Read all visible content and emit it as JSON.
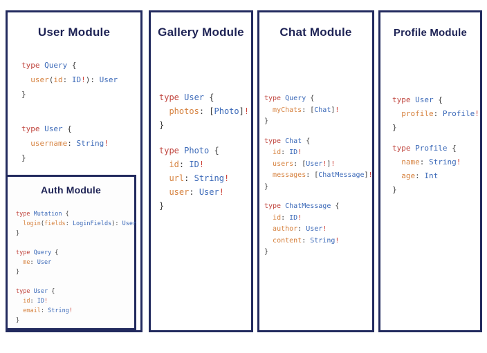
{
  "panels": {
    "user": {
      "title": "User Module",
      "blocks": [
        [
          [
            [
              "kw",
              "type "
            ],
            [
              "ty",
              "Query"
            ],
            [
              "pn",
              " {"
            ]
          ],
          [
            [
              "pn",
              "  "
            ],
            [
              "fd",
              "user"
            ],
            [
              "pn",
              "("
            ],
            [
              "fd",
              "id"
            ],
            [
              "pn",
              ": "
            ],
            [
              "ty",
              "ID"
            ],
            [
              "ex",
              "!"
            ],
            [
              "pn",
              "): "
            ],
            [
              "ty",
              "User"
            ]
          ],
          [
            [
              "pn",
              "}"
            ]
          ]
        ],
        [
          [
            [
              "kw",
              "type "
            ],
            [
              "ty",
              "User"
            ],
            [
              "pn",
              " {"
            ]
          ],
          [
            [
              "pn",
              "  "
            ],
            [
              "fd",
              "username"
            ],
            [
              "pn",
              ": "
            ],
            [
              "ty",
              "String"
            ],
            [
              "ex",
              "!"
            ]
          ],
          [
            [
              "pn",
              "}"
            ]
          ]
        ]
      ]
    },
    "auth": {
      "title": "Auth Module",
      "blocks": [
        [
          [
            [
              "kw",
              "type "
            ],
            [
              "ty",
              "Mutation"
            ],
            [
              "pn",
              " {"
            ]
          ],
          [
            [
              "pn",
              "  "
            ],
            [
              "fd",
              "login"
            ],
            [
              "pn",
              "("
            ],
            [
              "fd",
              "fields"
            ],
            [
              "pn",
              ": "
            ],
            [
              "ty",
              "LoginFields"
            ],
            [
              "pn",
              "): "
            ],
            [
              "ty",
              "User"
            ]
          ],
          [
            [
              "pn",
              "}"
            ]
          ]
        ],
        [
          [
            [
              "kw",
              "type "
            ],
            [
              "ty",
              "Query"
            ],
            [
              "pn",
              " {"
            ]
          ],
          [
            [
              "pn",
              "  "
            ],
            [
              "fd",
              "me"
            ],
            [
              "pn",
              ": "
            ],
            [
              "ty",
              "User"
            ]
          ],
          [
            [
              "pn",
              "}"
            ]
          ]
        ],
        [
          [
            [
              "kw",
              "type "
            ],
            [
              "ty",
              "User"
            ],
            [
              "pn",
              " {"
            ]
          ],
          [
            [
              "pn",
              "  "
            ],
            [
              "fd",
              "id"
            ],
            [
              "pn",
              ": "
            ],
            [
              "ty",
              "ID"
            ],
            [
              "ex",
              "!"
            ]
          ],
          [
            [
              "pn",
              "  "
            ],
            [
              "fd",
              "email"
            ],
            [
              "pn",
              ": "
            ],
            [
              "ty",
              "String"
            ],
            [
              "ex",
              "!"
            ]
          ],
          [
            [
              "pn",
              "}"
            ]
          ]
        ]
      ]
    },
    "gallery": {
      "title": "Gallery Module",
      "blocks": [
        [
          [
            [
              "kw",
              "type "
            ],
            [
              "ty",
              "User"
            ],
            [
              "pn",
              " {"
            ]
          ],
          [
            [
              "pn",
              "  "
            ],
            [
              "fd",
              "photos"
            ],
            [
              "pn",
              ": ["
            ],
            [
              "ty",
              "Photo"
            ],
            [
              "pn",
              "]"
            ],
            [
              "ex",
              "!"
            ]
          ],
          [
            [
              "pn",
              "}"
            ]
          ]
        ],
        [
          [
            [
              "kw",
              "type "
            ],
            [
              "ty",
              "Photo"
            ],
            [
              "pn",
              " {"
            ]
          ],
          [
            [
              "pn",
              "  "
            ],
            [
              "fd",
              "id"
            ],
            [
              "pn",
              ": "
            ],
            [
              "ty",
              "ID"
            ],
            [
              "ex",
              "!"
            ]
          ],
          [
            [
              "pn",
              "  "
            ],
            [
              "fd",
              "url"
            ],
            [
              "pn",
              ": "
            ],
            [
              "ty",
              "String"
            ],
            [
              "ex",
              "!"
            ]
          ],
          [
            [
              "pn",
              "  "
            ],
            [
              "fd",
              "user"
            ],
            [
              "pn",
              ": "
            ],
            [
              "ty",
              "User"
            ],
            [
              "ex",
              "!"
            ]
          ],
          [
            [
              "pn",
              "}"
            ]
          ]
        ]
      ]
    },
    "chat": {
      "title": "Chat Module",
      "blocks": [
        [
          [
            [
              "kw",
              "type "
            ],
            [
              "ty",
              "Query"
            ],
            [
              "pn",
              " {"
            ]
          ],
          [
            [
              "pn",
              "  "
            ],
            [
              "fd",
              "myChats"
            ],
            [
              "pn",
              ": ["
            ],
            [
              "ty",
              "Chat"
            ],
            [
              "pn",
              "]"
            ],
            [
              "ex",
              "!"
            ]
          ],
          [
            [
              "pn",
              "}"
            ]
          ]
        ],
        [
          [
            [
              "kw",
              "type "
            ],
            [
              "ty",
              "Chat"
            ],
            [
              "pn",
              " {"
            ]
          ],
          [
            [
              "pn",
              "  "
            ],
            [
              "fd",
              "id"
            ],
            [
              "pn",
              ": "
            ],
            [
              "ty",
              "ID"
            ],
            [
              "ex",
              "!"
            ]
          ],
          [
            [
              "pn",
              "  "
            ],
            [
              "fd",
              "users"
            ],
            [
              "pn",
              ": ["
            ],
            [
              "ty",
              "User"
            ],
            [
              "ex",
              "!"
            ],
            [
              "pn",
              "]"
            ],
            [
              "ex",
              "!"
            ]
          ],
          [
            [
              "pn",
              "  "
            ],
            [
              "fd",
              "messages"
            ],
            [
              "pn",
              ": ["
            ],
            [
              "ty",
              "ChatMessage"
            ],
            [
              "pn",
              "]"
            ],
            [
              "ex",
              "!"
            ]
          ],
          [
            [
              "pn",
              "}"
            ]
          ]
        ],
        [
          [
            [
              "kw",
              "type "
            ],
            [
              "ty",
              "ChatMessage"
            ],
            [
              "pn",
              " {"
            ]
          ],
          [
            [
              "pn",
              "  "
            ],
            [
              "fd",
              "id"
            ],
            [
              "pn",
              ": "
            ],
            [
              "ty",
              "ID"
            ],
            [
              "ex",
              "!"
            ]
          ],
          [
            [
              "pn",
              "  "
            ],
            [
              "fd",
              "author"
            ],
            [
              "pn",
              ": "
            ],
            [
              "ty",
              "User"
            ],
            [
              "ex",
              "!"
            ]
          ],
          [
            [
              "pn",
              "  "
            ],
            [
              "fd",
              "content"
            ],
            [
              "pn",
              ": "
            ],
            [
              "ty",
              "String"
            ],
            [
              "ex",
              "!"
            ]
          ],
          [
            [
              "pn",
              "}"
            ]
          ]
        ]
      ]
    },
    "profile": {
      "title": "Profile Module",
      "blocks": [
        [
          [
            [
              "kw",
              "type "
            ],
            [
              "ty",
              "User"
            ],
            [
              "pn",
              " {"
            ]
          ],
          [
            [
              "pn",
              "  "
            ],
            [
              "fd",
              "profile"
            ],
            [
              "pn",
              ": "
            ],
            [
              "ty",
              "Profile"
            ],
            [
              "ex",
              "!"
            ]
          ],
          [
            [
              "pn",
              "}"
            ]
          ]
        ],
        [
          [
            [
              "kw",
              "type "
            ],
            [
              "ty",
              "Profile"
            ],
            [
              "pn",
              " {"
            ]
          ],
          [
            [
              "pn",
              "  "
            ],
            [
              "fd",
              "name"
            ],
            [
              "pn",
              ": "
            ],
            [
              "ty",
              "String"
            ],
            [
              "ex",
              "!"
            ]
          ],
          [
            [
              "pn",
              "  "
            ],
            [
              "fd",
              "age"
            ],
            [
              "pn",
              ": "
            ],
            [
              "ty",
              "Int"
            ]
          ],
          [
            [
              "pn",
              "}"
            ]
          ]
        ]
      ]
    }
  },
  "colors": {
    "panel_border": "#222a5e",
    "title_text": "#1e2355",
    "code_keyword": "#c0453e",
    "code_type": "#3b69b8",
    "code_field": "#d6823f",
    "code_punctuation": "#3b3b3b",
    "code_bang": "#cc4238"
  }
}
